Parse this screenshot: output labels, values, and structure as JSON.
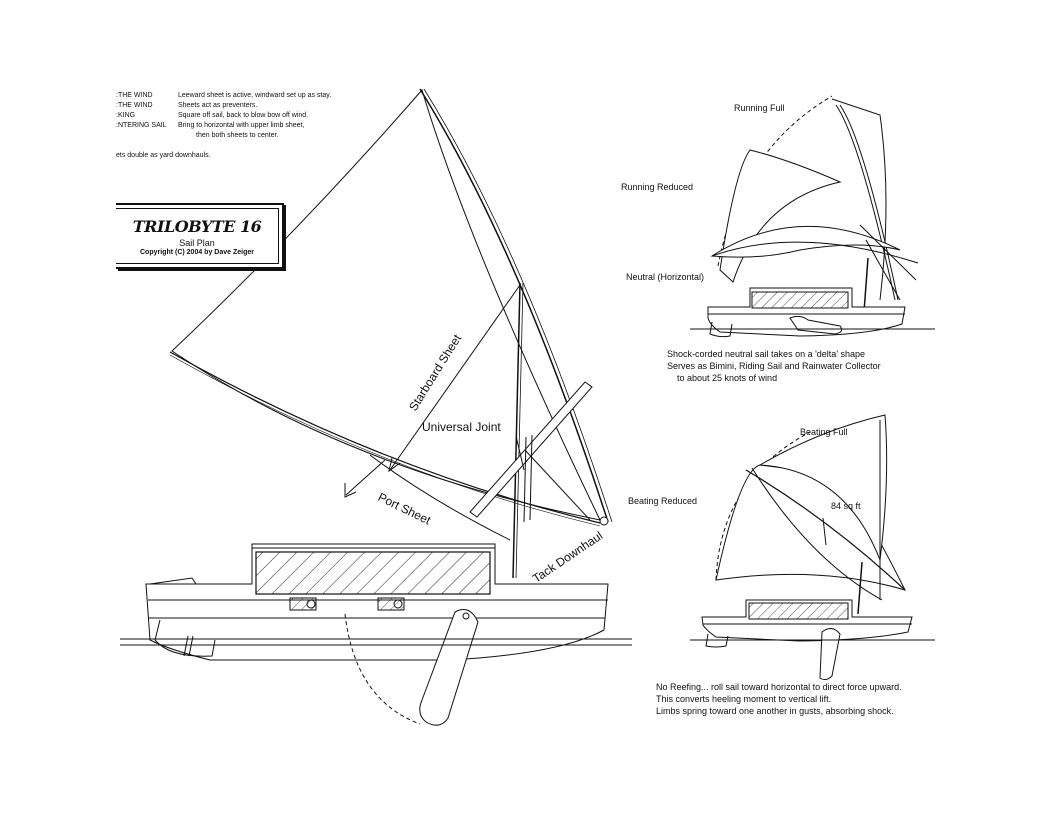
{
  "notes": [
    {
      "key": "THE WIND:",
      "text": "Leeward sheet is active, windward set up as stay."
    },
    {
      "key": "THE WIND:",
      "text": "Sheets act as preventers."
    },
    {
      "key": "KING:",
      "text": "Square off sail, back to blow bow off wind."
    },
    {
      "key": "NTERING SAIL:",
      "text": "Bring to horizontal with upper limb sheet,"
    },
    {
      "key": "",
      "text": "then both sheets to center."
    },
    {
      "key": "",
      "text": ""
    },
    {
      "key": "",
      "text": "ets double as yard downhauls."
    }
  ],
  "title_block": {
    "title": "TRILOBYTE 16",
    "subtitle": "Sail Plan",
    "copyright": "Copyright (C) 2004 by Dave Zeiger"
  },
  "main_labels": {
    "starboard_sheet": "Starboard Sheet",
    "universal_joint": "Universal Joint",
    "port_sheet": "Port Sheet",
    "tack_downhaul": "Tack Downhaul"
  },
  "upper_right": {
    "running_full": "Running Full",
    "running_reduced": "Running Reduced",
    "neutral": "Neutral (Horizontal)",
    "caption": [
      "Shock-corded neutral sail takes on a 'delta' shape",
      "Serves as Bimini, Riding Sail and Rainwater Collector",
      "to about 25 knots of wind"
    ]
  },
  "lower_right": {
    "beating_full": "Beating Full",
    "beating_reduced": "Beating Reduced",
    "area": "84 sq ft",
    "caption": [
      "No Reefing... roll sail toward horizontal to direct force upward.",
      "This converts heeling moment to vertical lift.",
      "Limbs spring toward one another in gusts, absorbing shock."
    ]
  }
}
